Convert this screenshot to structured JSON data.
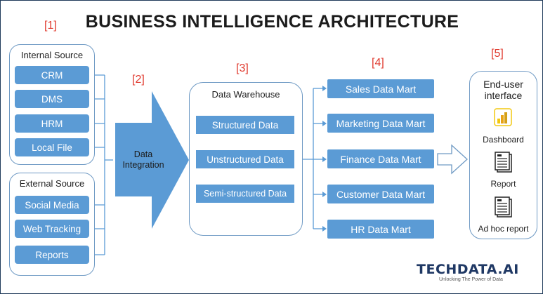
{
  "title": "BUSINESS INTELLIGENCE ARCHITECTURE",
  "step_labels": [
    "[1]",
    "[2]",
    "[3]",
    "[4]",
    "[5]"
  ],
  "internal_source": {
    "title": "Internal Source",
    "items": [
      "CRM",
      "DMS",
      "HRM",
      "Local File"
    ]
  },
  "external_source": {
    "title": "External Source",
    "items": [
      "Social Media",
      "Web Tracking",
      "Reports"
    ]
  },
  "integration": {
    "line1": "Data",
    "line2": "Integration"
  },
  "warehouse": {
    "title": "Data Warehouse",
    "items": [
      "Structured Data",
      "Unstructured Data",
      "Semi-structured Data"
    ]
  },
  "marts": [
    "Sales Data Mart",
    "Marketing Data Mart",
    "Finance Data Mart",
    "Customer Data Mart",
    "HR Data Mart"
  ],
  "end_user": {
    "title_line1": "End-user",
    "title_line2": "interface",
    "items": [
      "Dashboard",
      "Report",
      "Ad hoc report"
    ]
  },
  "brand": {
    "logo": "TECHDATA.AI",
    "tagline": "Unlocking The Power of Data"
  },
  "colors": {
    "box_fill": "#5b9bd5",
    "panel_border": "#6f9ac4",
    "step_label": "#e03a2e",
    "logo_text": "#1f3864",
    "logo_accent": "#e8a317"
  }
}
